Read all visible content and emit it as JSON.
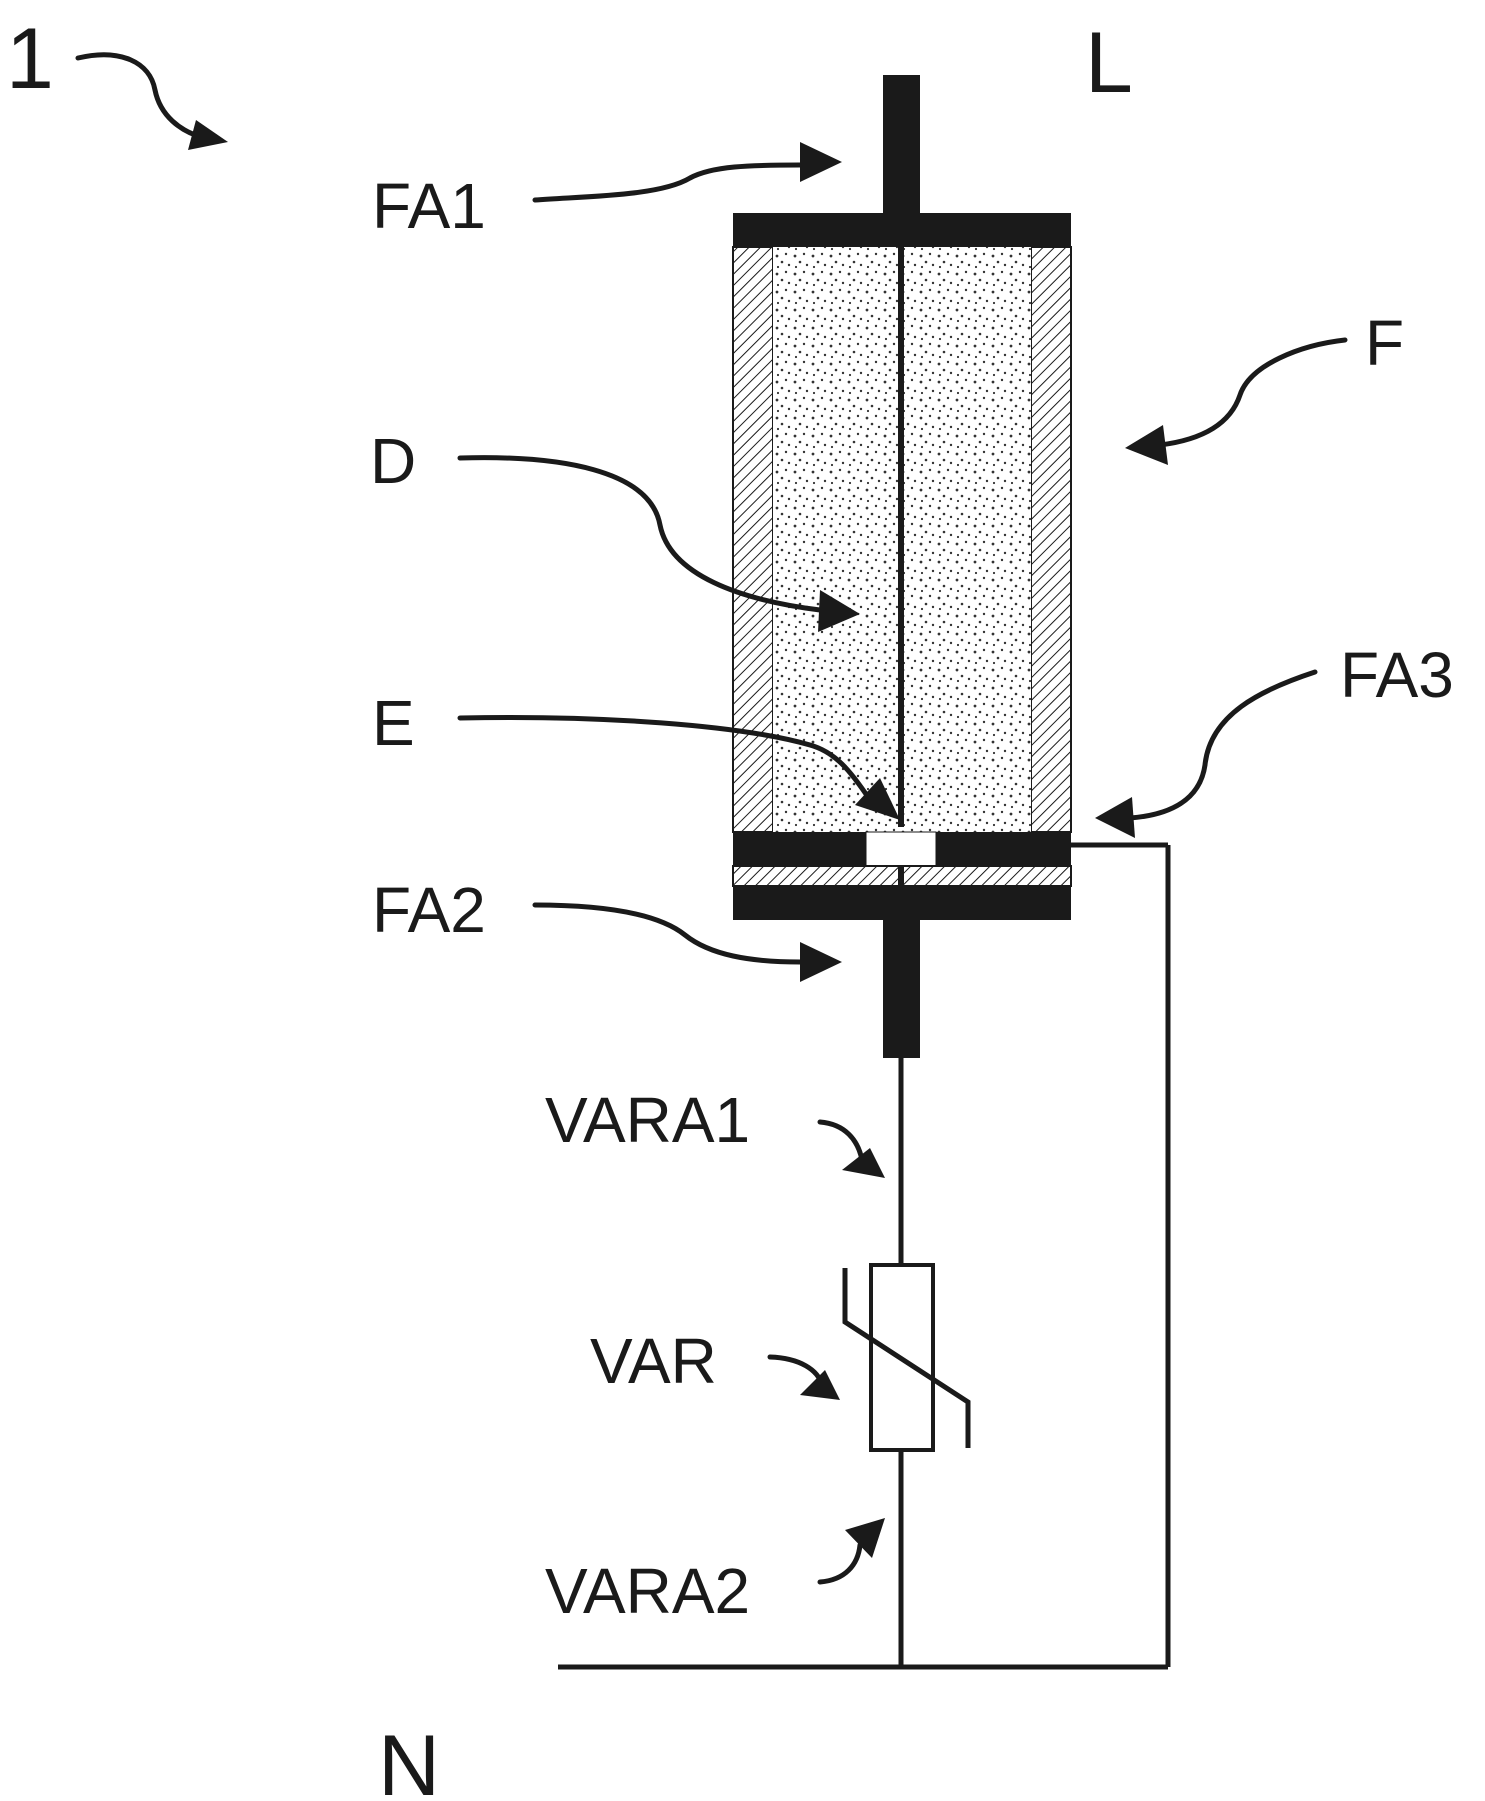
{
  "figure": {
    "ref_numeral": "1",
    "terminal_top": "L",
    "terminal_bottom": "N",
    "labels": {
      "fa1": "FA1",
      "f": "F",
      "d": "D",
      "e": "E",
      "fa3": "FA3",
      "fa2": "FA2",
      "vara1": "VARA1",
      "var": "VAR",
      "vara2": "VARA2"
    }
  },
  "colors": {
    "ink": "#1a1a1a",
    "fill_dots": "#ffffff",
    "hatch": "#1a1a1a"
  }
}
